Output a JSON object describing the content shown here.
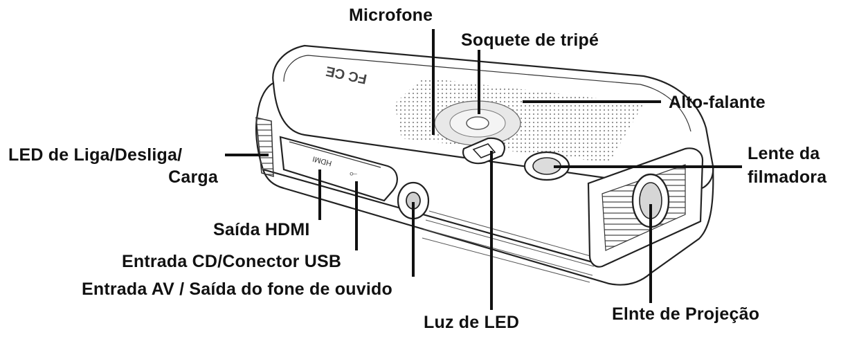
{
  "labels": {
    "microfone": "Microfone",
    "soquete": "Soquete de tripé",
    "alto_falante": "Alto-falante",
    "led_liga_line1": "LED de Liga/Desliga/",
    "led_liga_line2": "Carga",
    "lente_line1": "Lente da",
    "lente_line2": "filmadora",
    "saida_hdmi": "Saída HDMI",
    "entrada_cd": "Entrada CD/Conector USB",
    "entrada_av": "Entrada AV / Saída do fone de ouvido",
    "luz_led": "Luz de LED",
    "elnte": "Elnte de Projeção"
  },
  "device_markings": {
    "hdmi": "HDMI",
    "fcc": "FC CE"
  },
  "colors": {
    "line": "#111111",
    "background": "#ffffff"
  }
}
